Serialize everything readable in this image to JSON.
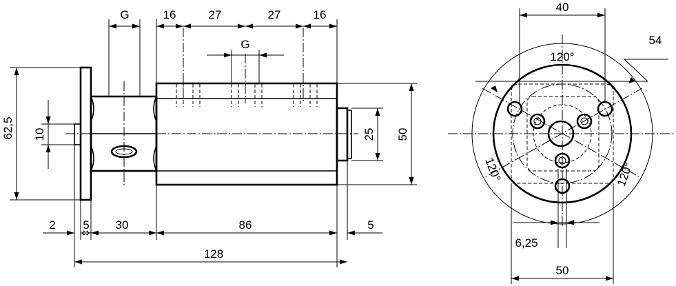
{
  "drawing": {
    "side_view": {
      "dim_G_top": "G",
      "dim_16_left": "16",
      "dim_27_left": "27",
      "dim_27_right": "27",
      "dim_16_right": "16",
      "dim_G_mid": "G",
      "dim_62_5": "62,5",
      "dim_10": "10",
      "dim_25": "25",
      "dim_50": "50",
      "dim_2": "2",
      "dim_5_left": "5",
      "dim_30": "30",
      "dim_86": "86",
      "dim_5_right": "5",
      "dim_128": "128"
    },
    "front_view": {
      "dim_40": "40",
      "dim_54": "54",
      "angle_top": "120°",
      "angle_left": "120°",
      "angle_right": "120°",
      "dim_6_25": "6,25",
      "dim_50": "50"
    }
  }
}
